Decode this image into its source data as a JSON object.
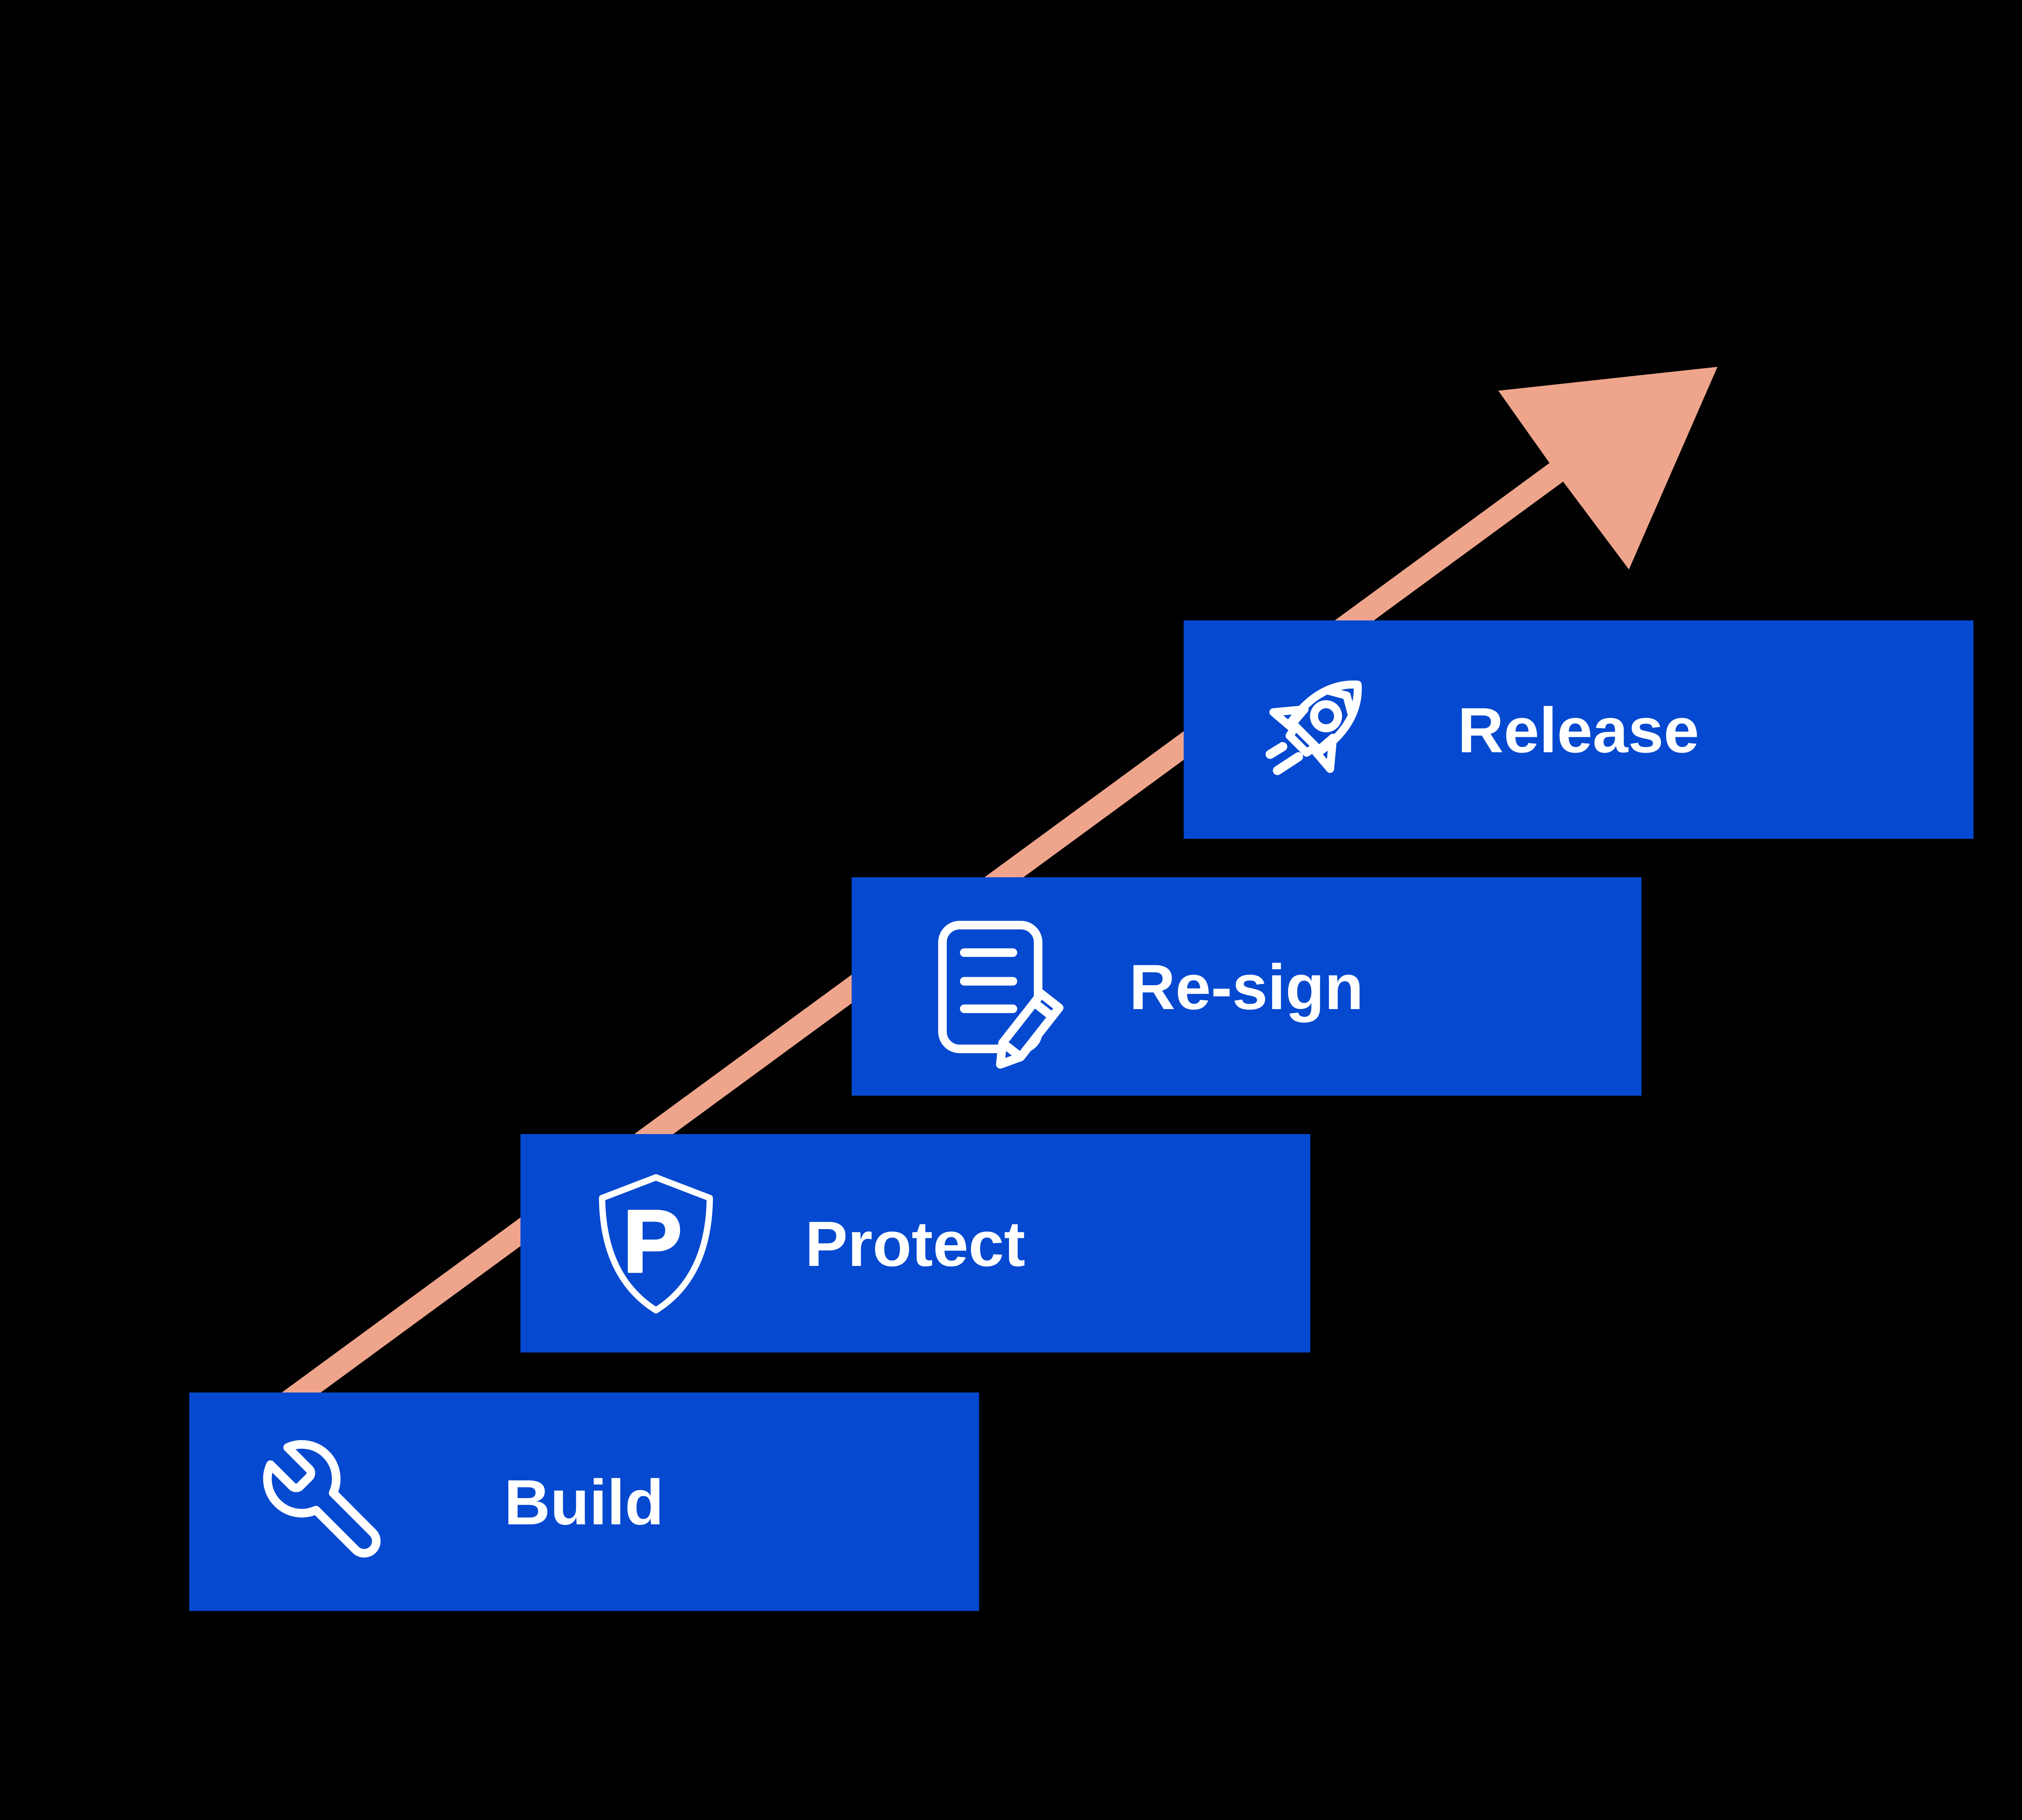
{
  "colors": {
    "background": "#000000",
    "box_blue": "#0549D0",
    "arrow_salmon": "#EFA58C",
    "text_white": "#FFFFFF"
  },
  "arrow": {
    "name": "upward-trend-arrow"
  },
  "steps": [
    {
      "label": "Build",
      "icon": "wrench-icon"
    },
    {
      "label": "Protect",
      "icon": "shield-p-icon",
      "icon_letter": "P"
    },
    {
      "label": "Re-sign",
      "icon": "document-pencil-icon"
    },
    {
      "label": "Release",
      "icon": "rocket-icon"
    }
  ]
}
